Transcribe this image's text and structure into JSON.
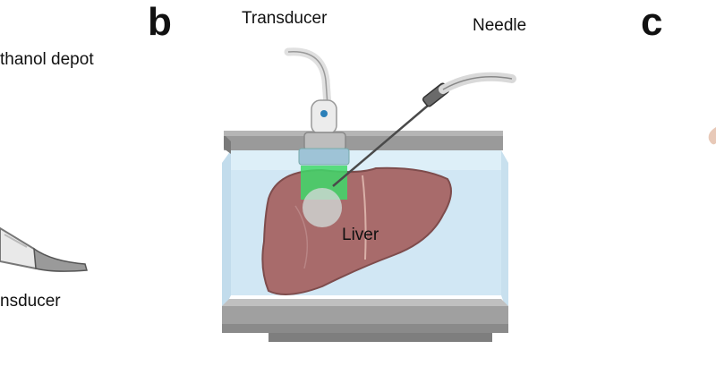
{
  "panels": {
    "a": {
      "depot_label": "thanol depot",
      "transducer_label": "nsducer"
    },
    "b": {
      "letter": "b",
      "transducer_label": "Transducer",
      "needle_label": "Needle",
      "liver_label": "Liver"
    },
    "c": {
      "letter": "c"
    }
  },
  "colors": {
    "water": "#d8ecf7",
    "tank_frame": "#8c8c8c",
    "liver": "#a56a6a",
    "ablation_zone": "#3fd86a",
    "needle": "#5a5a5a"
  }
}
